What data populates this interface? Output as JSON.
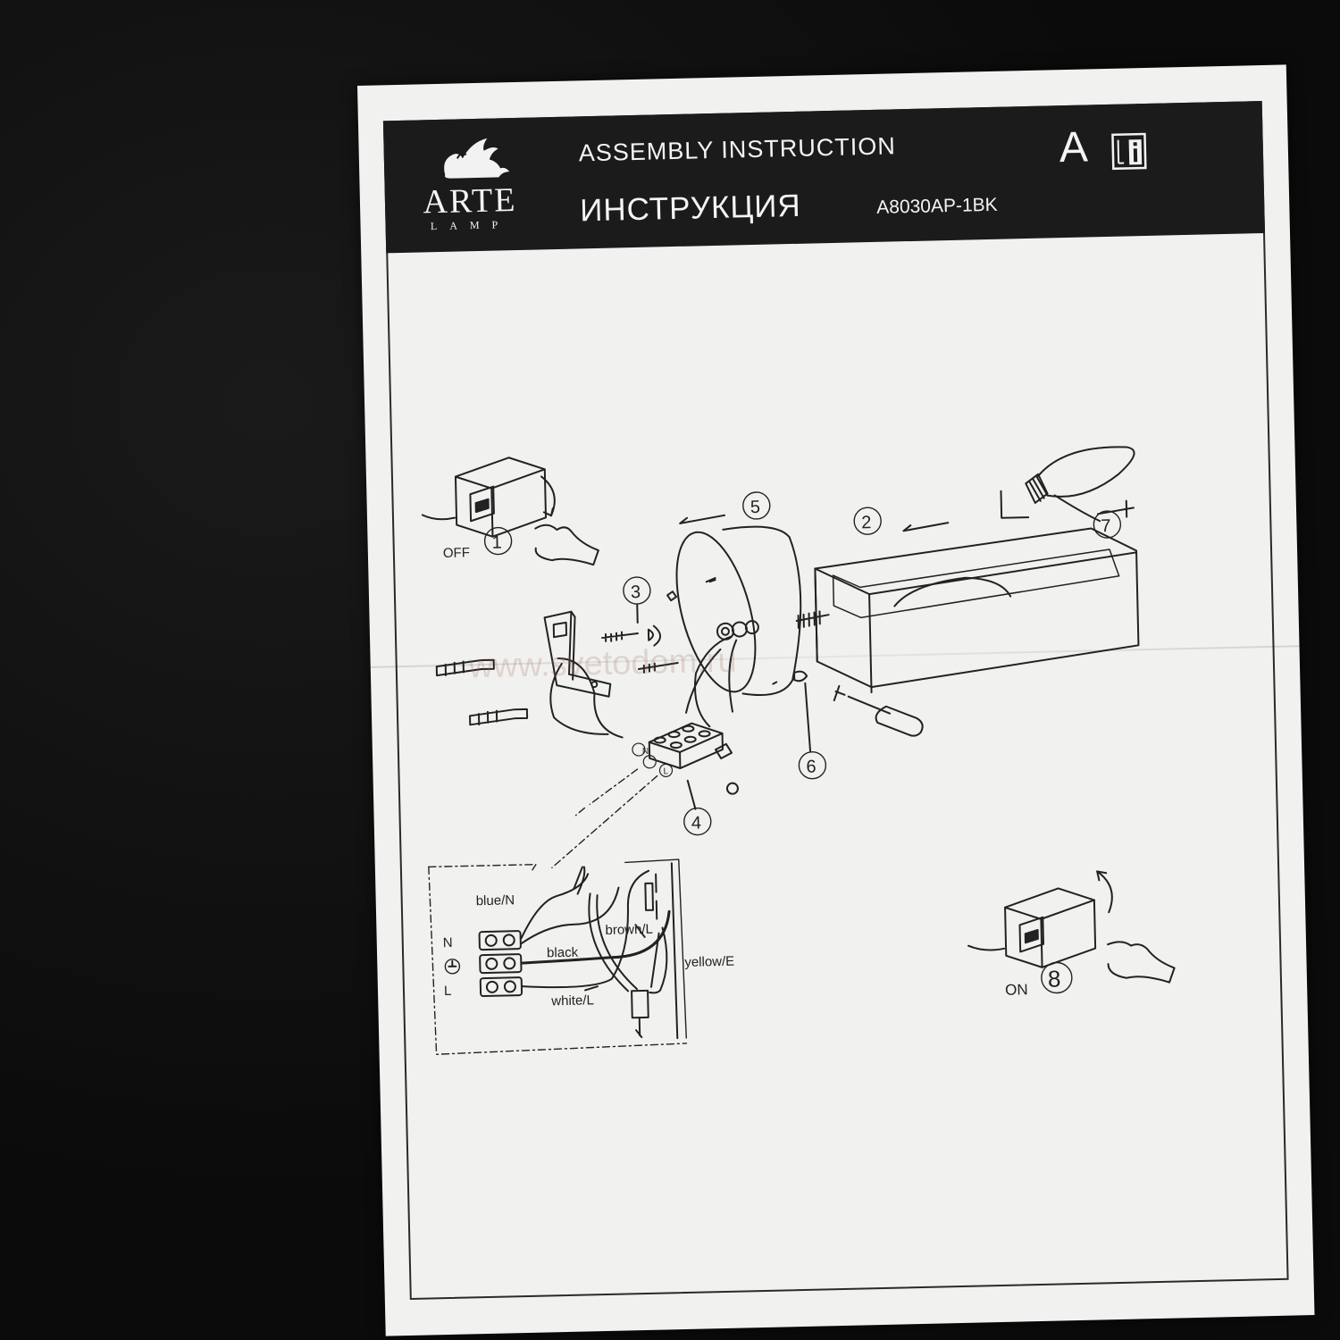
{
  "header": {
    "brand_name": "ARTE",
    "brand_sub": "LAMP",
    "title_en": "ASSEMBLY INSTRUCTION",
    "title_ru": "ИНСТРУКЦИЯ",
    "model": "A8030AP-1BK",
    "class_letter": "A"
  },
  "steps": {
    "off_label": "OFF",
    "on_label": "ON",
    "n1": "1",
    "n2": "2",
    "n3": "3",
    "n4": "4",
    "n5": "5",
    "n6": "6",
    "n7": "7",
    "n8": "8"
  },
  "terminal": {
    "n": "N",
    "l": "L"
  },
  "wiring": {
    "blue": "blue/N",
    "black": "black",
    "brown": "brown/L",
    "yellow": "yellow/E",
    "white": "white/L",
    "n_mark": "N",
    "l_mark": "L"
  },
  "watermark": "www.svetodom.ru",
  "icons": [
    "lion-logo-icon",
    "info-book-icon",
    "screwdriver-icon",
    "bulb-icon",
    "switch-icon",
    "hand-icon"
  ]
}
